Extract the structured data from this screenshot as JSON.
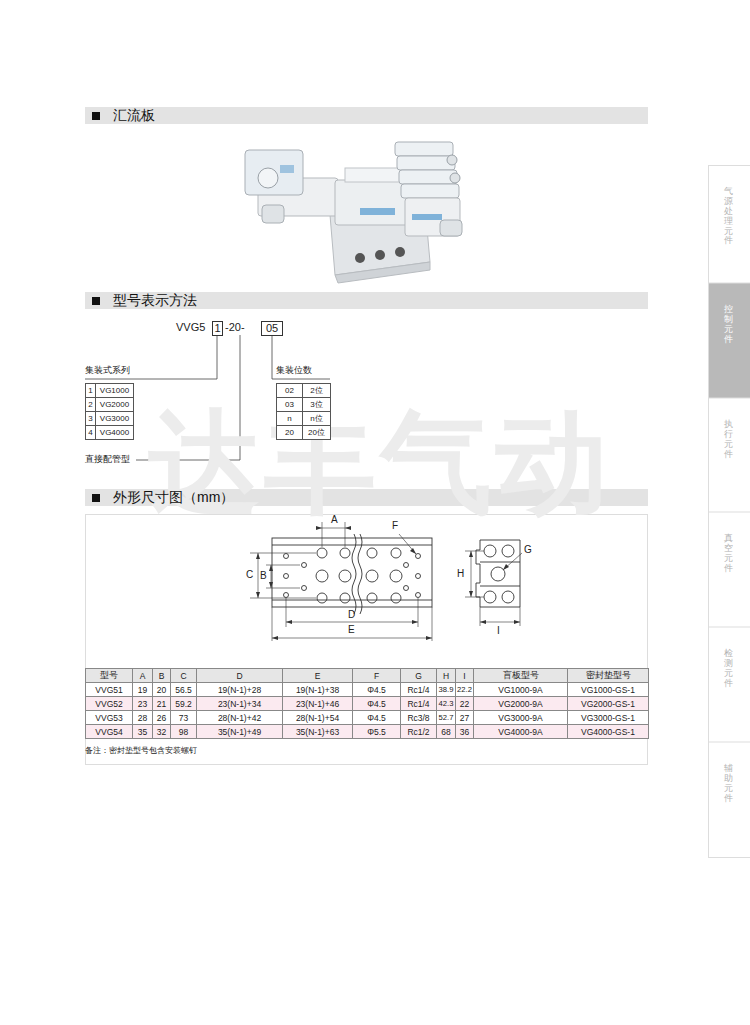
{
  "diagram": {
    "title": "汇流板",
    "labels": [
      "型号表示方法",
      "外形尺寸图（mm）",
      "VVG5",
      "1",
      "-20-",
      "05",
      "集装式系列",
      "1",
      "VG1000",
      "2",
      "VG2000",
      "3",
      "VG3000",
      "4",
      "VG4000",
      "直接配管型",
      "集装位数",
      "02",
      "2位",
      "03",
      "3位",
      "n",
      "n位",
      "20",
      "20位",
      "A",
      "B",
      "C",
      "F",
      "D",
      "E",
      "G",
      "H",
      "I",
      "型号",
      "A",
      "B",
      "C",
      "D",
      "E",
      "F",
      "G",
      "H",
      "I",
      "盲板型号",
      "密封垫型号",
      "VVG51",
      "19",
      "20",
      "56.5",
      "19(N-1)+28",
      "19(N-1)+38",
      "Φ4.5",
      "Rc1/4",
      "38.9",
      "22.2",
      "VG1000-9A",
      "VG1000-GS-1",
      "VVG52",
      "23",
      "21",
      "59.2",
      "23(N-1)+34",
      "23(N-1)+46",
      "Φ4.5",
      "Rc1/4",
      "42.3",
      "22",
      "VG2000-9A",
      "VG2000-GS-1",
      "VVG53",
      "28",
      "26",
      "73",
      "28(N-1)+42",
      "28(N-1)+54",
      "Φ4.5",
      "Rc3/8",
      "52.7",
      "27",
      "VG3000-9A",
      "VG3000-GS-1",
      "VVG54",
      "35",
      "32",
      "98",
      "35(N-1)+49",
      "35(N-1)+63",
      "Φ5.5",
      "Rc1/2",
      "68",
      "36",
      "VG4000-9A",
      "VG4000-GS-1",
      "备注：密封垫型号包含安装螺钉",
      "气源处理元件",
      "控制元件",
      "执行元件",
      "真空元件",
      "检测元件",
      "辅助元件",
      "达丰气动"
    ]
  }
}
